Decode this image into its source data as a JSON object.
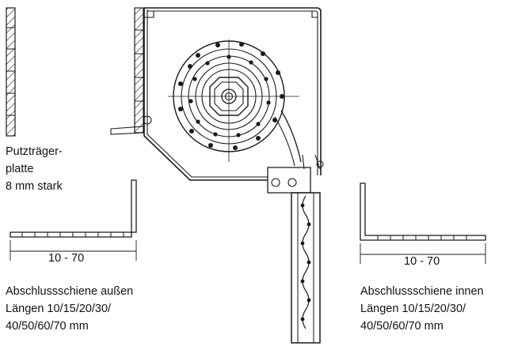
{
  "left_panel": {
    "caption_lines": [
      "Putzträger-",
      "platte",
      "8 mm stark"
    ]
  },
  "left_rail": {
    "dimension_label": "10 - 70",
    "caption_lines": [
      "Abschlussschiene außen",
      "Längen 10/15/20/30/",
      "40/50/60/70 mm"
    ]
  },
  "right_rail": {
    "dimension_label": "10 - 70",
    "caption_lines": [
      "Abschlussschiene innen",
      "Längen 10/15/20/30/",
      "40/50/60/70 mm"
    ]
  },
  "colors": {
    "line": "#1a1a1a",
    "background": "#ffffff"
  }
}
